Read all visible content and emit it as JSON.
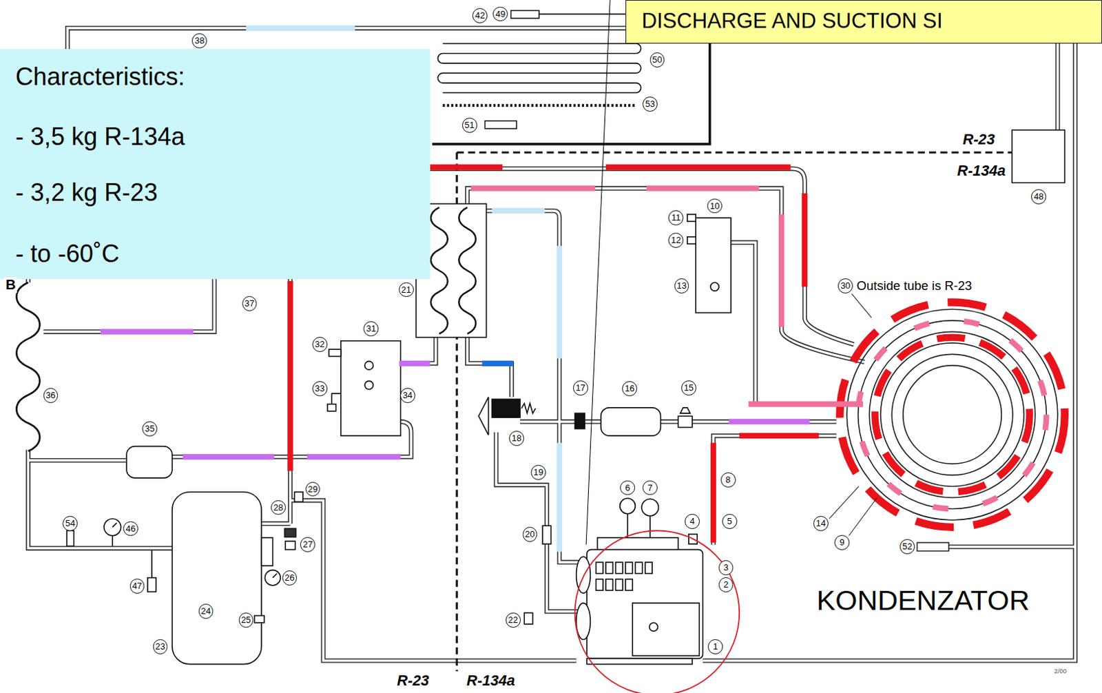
{
  "diagram": {
    "nodes": [
      {
        "text": [
          "DISCHARGE AND SUCTION SI"
        ]
      },
      {
        "text": [
          "Characteristics:",
          "- 3,5 kg R-134a",
          "- 3,2 kg R-23",
          "- to -60˚C"
        ]
      }
    ],
    "labels": [
      "42",
      "49",
      "38",
      "50",
      "53",
      "51",
      "R-23",
      "R-134a",
      "48",
      "10",
      "11",
      "12",
      "13",
      "B",
      "21",
      "30",
      "Outside tube is R-23",
      "37",
      "31",
      "32",
      "36",
      "33",
      "34",
      "15",
      "16",
      "17",
      "18",
      "35",
      "19",
      "8",
      "6",
      "7",
      "29",
      "28",
      "4",
      "5",
      "54",
      "46",
      "14",
      "20",
      "9",
      "52",
      "27",
      "3",
      "26",
      "2",
      "47",
      "KONDENZATOR",
      "24",
      "25",
      "22",
      "1",
      "23",
      "R-23",
      "R-134a",
      "2/00"
    ]
  }
}
